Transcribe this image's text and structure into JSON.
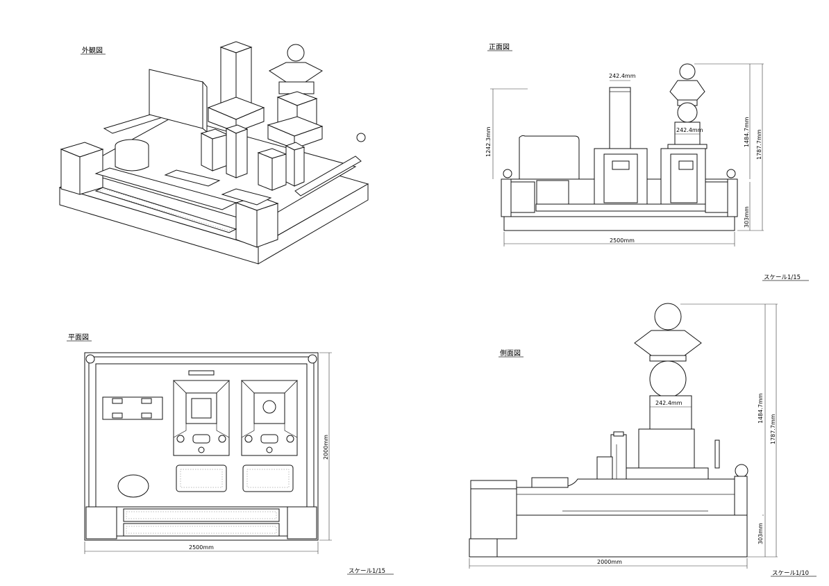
{
  "views": {
    "perspective": {
      "title": "外観図"
    },
    "front": {
      "title": "正面図",
      "dims": {
        "width": "2500mm",
        "left_height": "1242.3mm",
        "tower_height": "1484.7mm",
        "total_height": "1787.7mm",
        "base_height": "303mm",
        "col_width_top": "242.4mm",
        "col_width_mid": "242.4mm"
      },
      "scale": "スケール1/15"
    },
    "plan": {
      "title": "平面図",
      "dims": {
        "width": "2500mm",
        "depth": "2000mm"
      },
      "scale": "スケール1/15"
    },
    "side": {
      "title": "側面図",
      "dims": {
        "width": "2000mm",
        "tower_height": "1484.7mm",
        "total_height": "1787.7mm",
        "base_height": "303mm",
        "col_width": "242.4mm"
      },
      "scale": "スケール1/10"
    }
  }
}
